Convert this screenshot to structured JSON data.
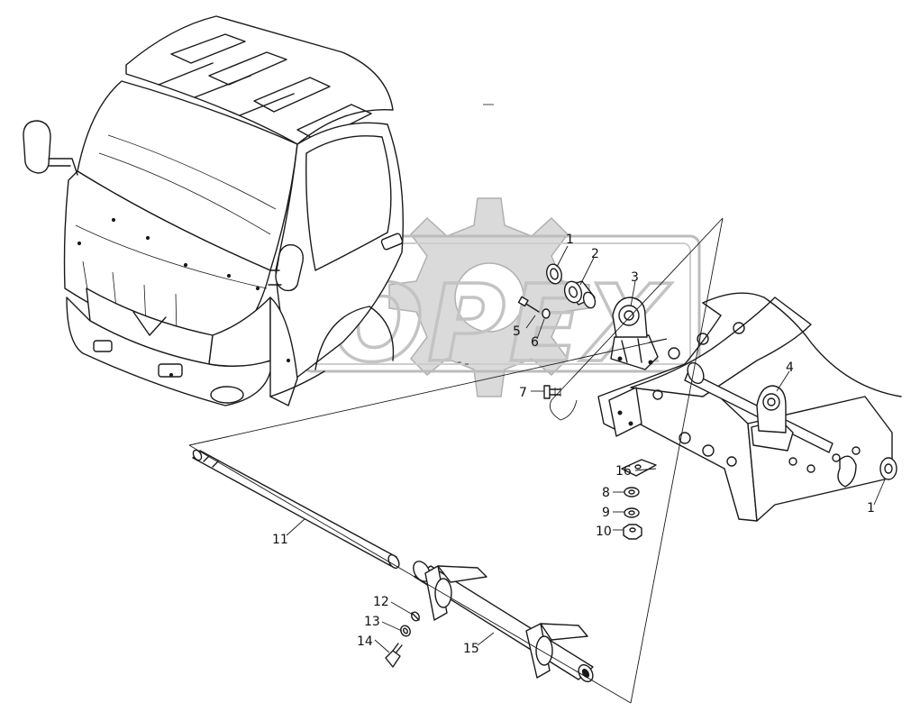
{
  "watermark": {
    "brand_text": "OPEX"
  },
  "callouts": [
    {
      "id": "c1a",
      "label": "1"
    },
    {
      "id": "c2",
      "label": "2"
    },
    {
      "id": "c3",
      "label": "3"
    },
    {
      "id": "c4",
      "label": "4"
    },
    {
      "id": "c5",
      "label": "5"
    },
    {
      "id": "c6",
      "label": "6"
    },
    {
      "id": "c7",
      "label": "7"
    },
    {
      "id": "c16",
      "label": "16"
    },
    {
      "id": "c8",
      "label": "8"
    },
    {
      "id": "c9",
      "label": "9"
    },
    {
      "id": "c10",
      "label": "10"
    },
    {
      "id": "c1b",
      "label": "1"
    },
    {
      "id": "c11",
      "label": "11"
    },
    {
      "id": "c12",
      "label": "12"
    },
    {
      "id": "c13",
      "label": "13"
    },
    {
      "id": "c14",
      "label": "14"
    },
    {
      "id": "c15",
      "label": "15"
    }
  ]
}
